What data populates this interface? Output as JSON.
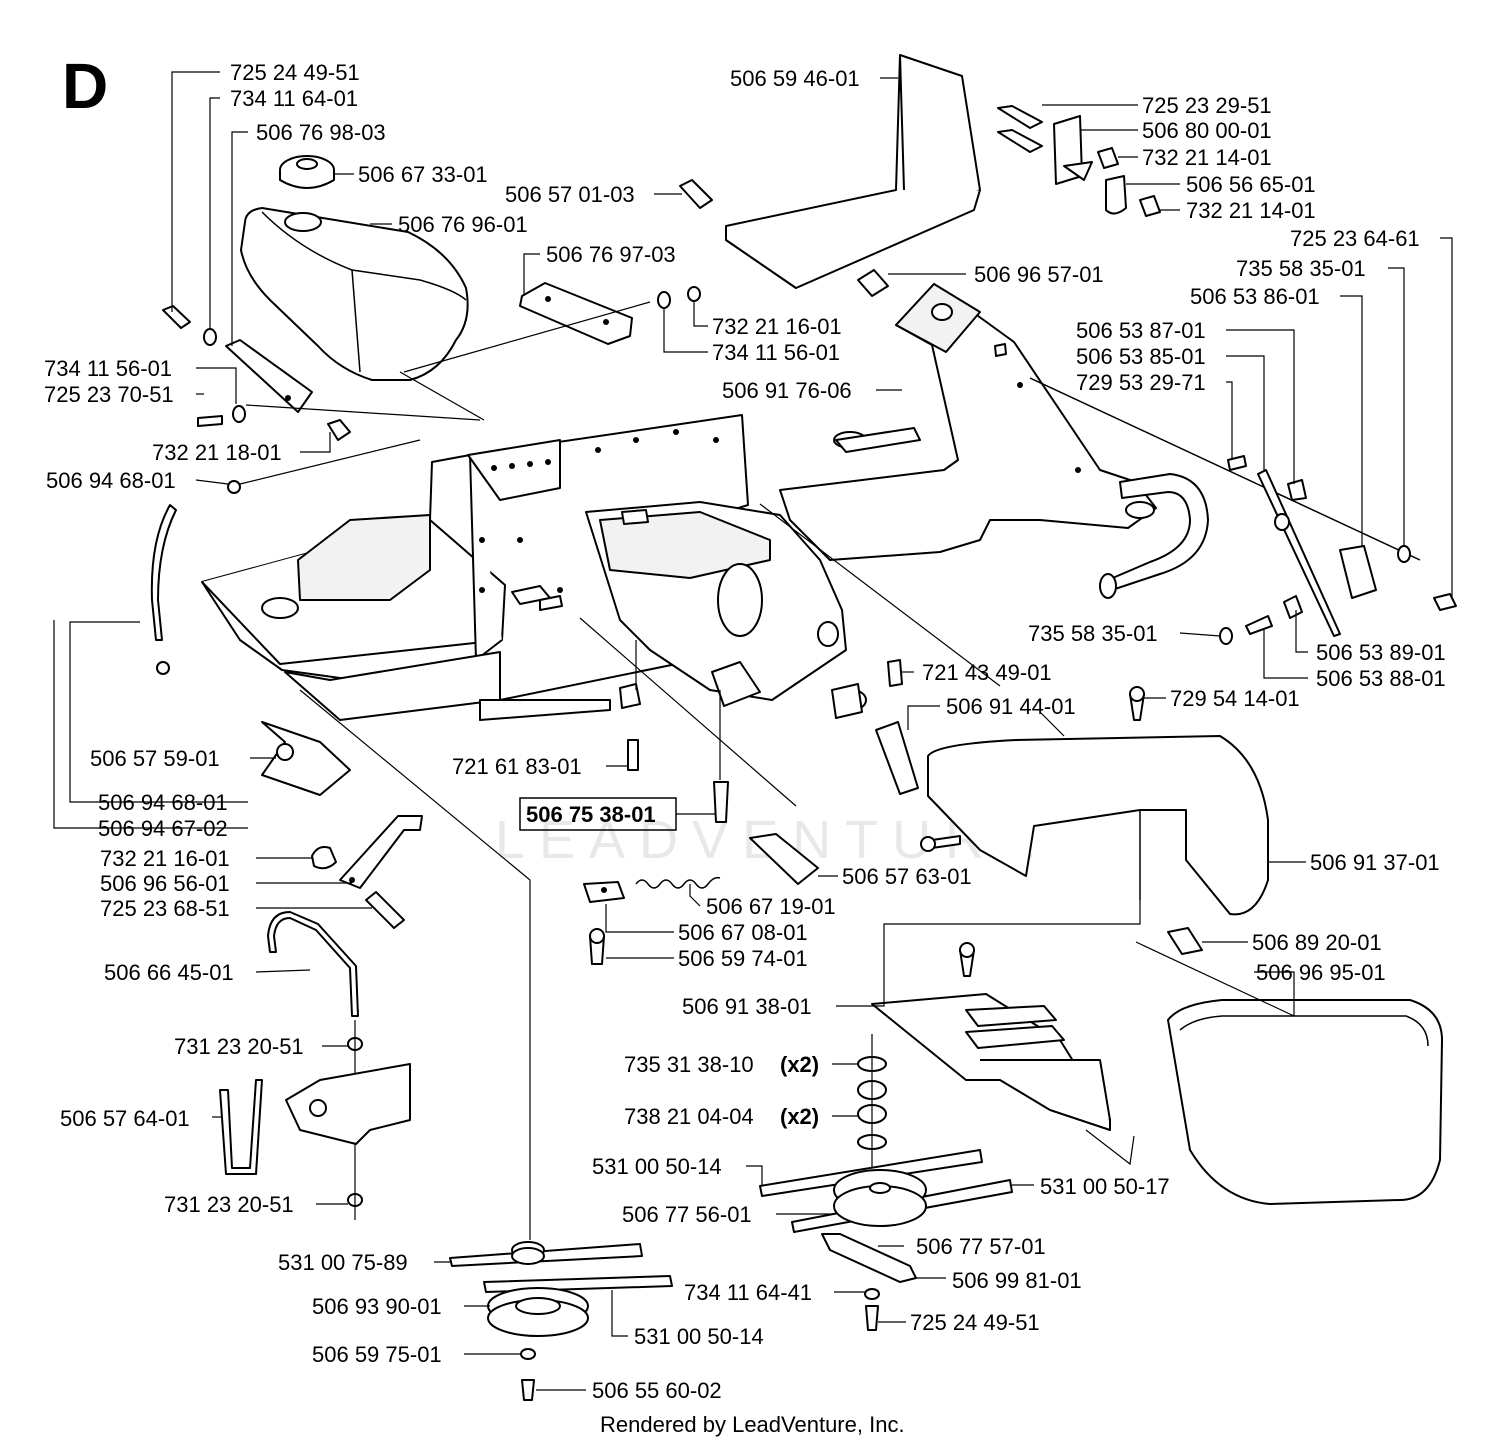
{
  "section_letter": "D",
  "footer": "Rendered by LeadVenture, Inc.",
  "watermark": "LEADVENTURE",
  "labels": {
    "l1": "725 24 49-51",
    "l2": "734 11 64-01",
    "l3": "506 76 98-03",
    "l4": "506 67 33-01",
    "l5": "506 76 96-01",
    "l6": "506 59 46-01",
    "l7": "506 57 01-03",
    "l8": "506 76 97-03",
    "l9": "732 21 16-01",
    "l10": "734 11 56-01",
    "l11": "734 11 56-01",
    "l12": "725 23 70-51",
    "l13": "732 21 18-01",
    "l14": "506 94 68-01",
    "l15": "725 23 29-51",
    "l16": "506 80 00-01",
    "l17": "732 21 14-01",
    "l18": "506 56 65-01",
    "l19": "732 21 14-01",
    "l20": "725 23 64-61",
    "l21": "735 58 35-01",
    "l22": "506 53 86-01",
    "l23": "506 53 87-01",
    "l24": "506 53 85-01",
    "l25": "729 53 29-71",
    "l26": "506 96 57-01",
    "l27": "506 91 76-06",
    "l28": "735 58 35-01",
    "l29": "506 53 89-01",
    "l30": "506 53 88-01",
    "l31": "721 43 49-01",
    "l32": "729 54 14-01",
    "l33": "506 91 44-01",
    "l34": "506 57 59-01",
    "l35": "721 61 83-01",
    "l36": "506 94 68-01",
    "l37": "506 94 67-02",
    "l38": "506 75 38-01",
    "l39": "732 21 16-01",
    "l40": "506 96 56-01",
    "l41": "725 23 68-51",
    "l42": "506 57 63-01",
    "l43": "506 67 19-01",
    "l44": "506 67 08-01",
    "l45": "506 59 74-01",
    "l46": "506 91 37-01",
    "l47": "506 66 45-01",
    "l48": "506 91 38-01",
    "l49": "506 89 20-01",
    "l50": "506 96 95-01",
    "l51": "731 23 20-51",
    "l52_code": "735 31 38-10",
    "l52_qty": "(x2)",
    "l53_code": "738 21 04-04",
    "l53_qty": "(x2)",
    "l54": "506 57 64-01",
    "l55": "531 00 50-14",
    "l56": "531 00 50-17",
    "l57": "731 23 20-51",
    "l58": "506 77 56-01",
    "l59": "506 77 57-01",
    "l60": "531 00 75-89",
    "l61": "506 99 81-01",
    "l62": "734 11 64-41",
    "l63": "506 93 90-01",
    "l64": "725 24 49-51",
    "l65": "531 00 50-14",
    "l66": "506 59 75-01",
    "l67": "506 55 60-02"
  }
}
